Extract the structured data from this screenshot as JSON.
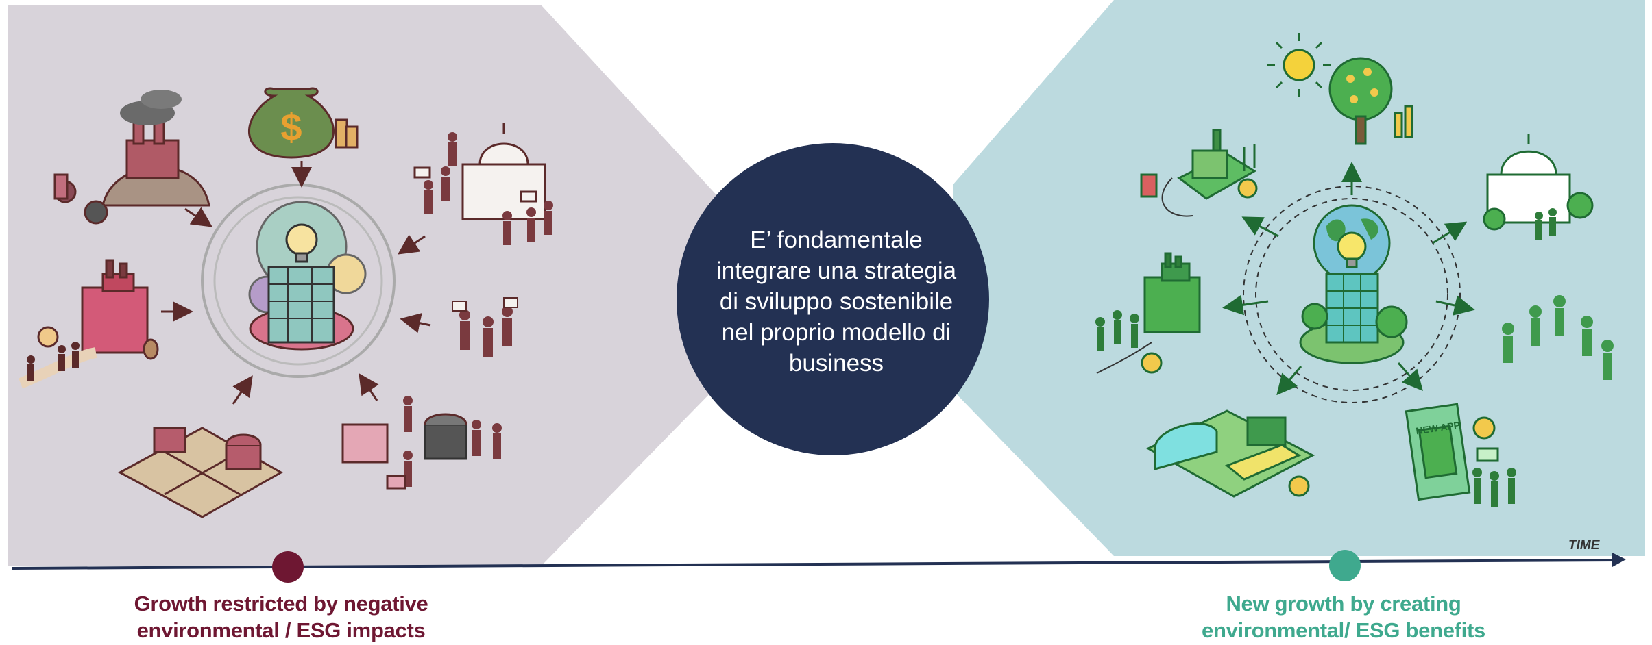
{
  "colors": {
    "left_panel": "#d8d3da",
    "right_panel": "#bcdadf",
    "circle": "#233153",
    "axis": "#233153",
    "left_accent": "#6e1732",
    "right_accent": "#3fa98e",
    "line_art_dark": "#5b2a2a",
    "line_art_green": "#1f6b33"
  },
  "center": {
    "lines": [
      "E’ fondamentale",
      "integrare una strategia",
      "di sviluppo sostenibile",
      "nel proprio modello di",
      "business"
    ]
  },
  "left": {
    "caption_line1": "Growth restricted by negative",
    "caption_line2": "environmental / ESG impacts",
    "illustrations": [
      "polluting-factory",
      "money-bag",
      "protest-at-government",
      "industrial-plant",
      "protesters",
      "dry-farmland",
      "consumer-market"
    ]
  },
  "right": {
    "caption_line1": "New growth by creating",
    "caption_line2": "environmental/ ESG benefits",
    "illustrations": [
      "sun",
      "money-tree",
      "green-factory",
      "government-building",
      "green-plant",
      "celebrating-people",
      "greenhouse-farm",
      "new-app"
    ],
    "app_label": "NEW APP"
  },
  "axis": {
    "label": "TIME"
  }
}
